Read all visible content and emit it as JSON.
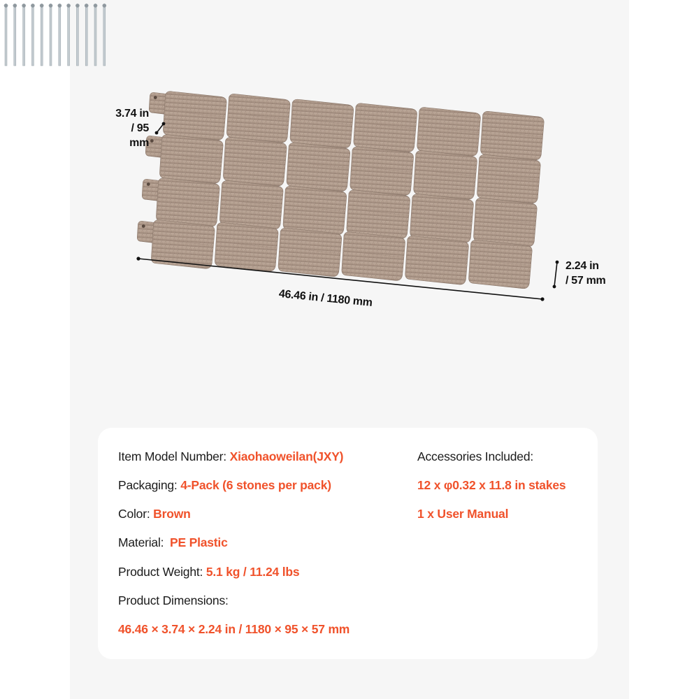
{
  "figure": {
    "dimensions": {
      "width_line1": "3.74 in",
      "width_line2": "/ 95 mm",
      "height_line1": "2.24 in",
      "height_line2": "/ 57 mm",
      "length": "46.46 in / 1180 mm"
    },
    "stone_rows": 4,
    "stones_per_row": 6,
    "stake_count": 12,
    "colors": {
      "stone": "#b09a8a",
      "stone_dark": "#8f7b6d",
      "stake": "#c3cbd0",
      "accent": "#f0522b"
    }
  },
  "specs": {
    "left": [
      {
        "label": "Item Model Number:",
        "value": "Xiaohaoweilan(JXY)"
      },
      {
        "label": "Packaging:",
        "value": "4-Pack (6 stones per pack)"
      },
      {
        "label": "Color:",
        "value": "Brown"
      },
      {
        "label": "Material:",
        "value": "PE Plastic"
      },
      {
        "label": "Product Weight:",
        "value": "5.1 kg / 11.24 lbs"
      },
      {
        "label": "Product Dimensions:",
        "value": ""
      },
      {
        "label": "",
        "value": "46.46 × 3.74 × 2.24 in / 1180 × 95 × 57 mm"
      }
    ],
    "right": {
      "heading": "Accessories Included:",
      "items": [
        "12 x φ0.32 x 11.8 in stakes",
        "1 x User Manual"
      ]
    }
  }
}
